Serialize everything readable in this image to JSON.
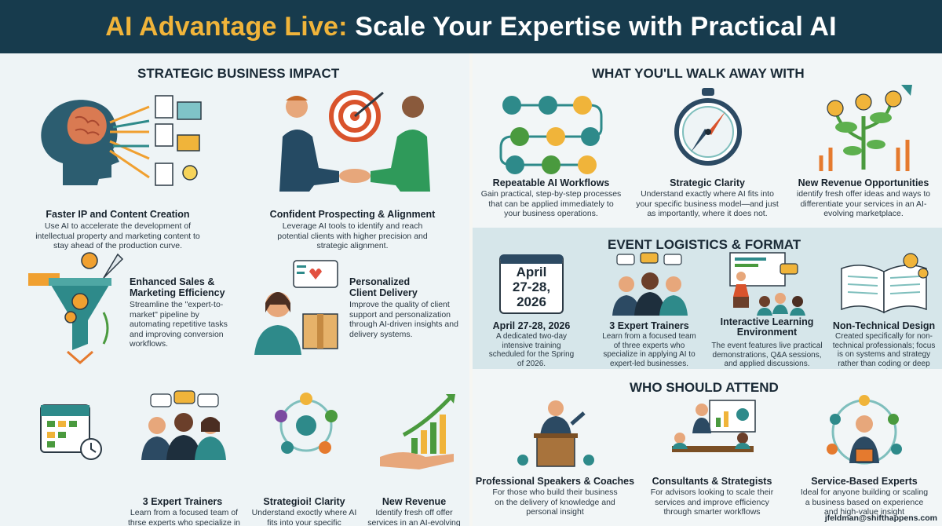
{
  "title": {
    "highlight": "AI Advantage Live:",
    "rest": "Scale Your Expertise with Practical AI"
  },
  "left": {
    "heading": "STRATEGIC BUSINESS IMPACT",
    "items": [
      {
        "title": "Faster IP and Content Creation",
        "desc": "Use AI to accelerate the development of intellectual property and marketing content to stay ahead of the production curve."
      },
      {
        "title": "Confident Prospecting & Alignment",
        "desc": "Leverage AI tools to identify and reach potential clients with higher precision and strategic alignment."
      },
      {
        "title": "Enhanced Sales & Marketing Efficiency",
        "desc": "Streamline the \"expert-to-market\" pipeline by automating repetitive tasks and improving conversion workflows."
      },
      {
        "title": "Personalized Client Delivery",
        "desc": "Improve the quality of client support and personalization through AI-driven insights and delivery systems."
      },
      {
        "title": "3 Expert Trainers",
        "desc": "Learn from a focused team of thrse experts who specialize in applying AI to expert-led businesses"
      },
      {
        "title": "Strategioi! Clarity",
        "desc": "Understand exoctly where AI fits into your specific business AI."
      },
      {
        "title": "New Revenue",
        "desc": "Identify fresh off offer services in an AI-evolving marketplace"
      }
    ]
  },
  "walk": {
    "heading": "WHAT YOU'LL WALK AWAY WITH",
    "items": [
      {
        "title": "Repeatable AI Workflows",
        "desc": "Gain practical, step-by-step processes that can be applied immediately to your business operations."
      },
      {
        "title": "Strategic Clarity",
        "desc": "Understand exactly where AI fits into your specific business model—and just as importantly, where it does not."
      },
      {
        "title": "New Revenue Opportunities",
        "desc": "identify fresh offer ideas and ways to differentiate your services in an AI-evolving marketplace."
      }
    ]
  },
  "logistics": {
    "heading": "EVENT LOGISTICS & FORMAT",
    "calendar": {
      "month": "April",
      "days": "27-28,",
      "year": "2026"
    },
    "items": [
      {
        "title": "April 27-28, 2026",
        "desc": "A dedicated two-day intensive training scheduled for the Spring of 2026."
      },
      {
        "title": "3 Expert Trainers",
        "desc": "Learn from a focused team of three experts who specialize in applying AI to expert-led businesses."
      },
      {
        "title": "Interactive Learning Environment",
        "desc": "The event features live practical demonstrations, Q&A sessions, and applied discussions."
      },
      {
        "title": "Non-Technical Design",
        "desc": "Created specifically for non-technical professionals; focus is on systems and strategy rather than coding or deep tech."
      }
    ]
  },
  "attend": {
    "heading": "WHO SHOULD ATTEND",
    "items": [
      {
        "title": "Professional Speakers & Coaches",
        "desc": "For those who build their business on the delivery of knowledge and personal insight"
      },
      {
        "title": "Consultants & Strategists",
        "desc": "For advisors looking to scale their services and improve efficiency through smarter workflows"
      },
      {
        "title": "Service-Based Experts",
        "desc": "Ideal for anyone building or scaling a business based on experience and high-value insight"
      }
    ]
  },
  "footer": "jfeldman@shifthappens.com",
  "colors": {
    "navy": "#173b4d",
    "gold": "#f0b43a",
    "teal": "#2e8a8a",
    "orange": "#e57a2e",
    "green": "#4a9a3e"
  }
}
